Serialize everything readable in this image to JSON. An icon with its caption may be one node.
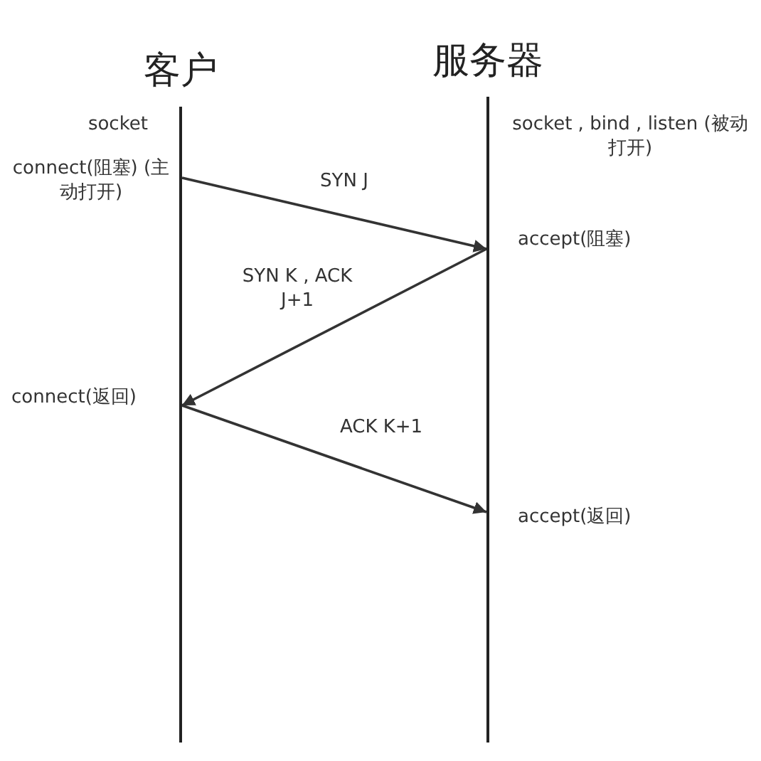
{
  "diagram": {
    "nodes": [
      {
        "text": [
          "客户"
        ],
        "beside": [
          "socket",
          "connect(阻塞) (主动打开)",
          "connect(返回)"
        ]
      },
      {
        "text": [
          "服务器"
        ],
        "beside": [
          "socket , bind , listen (被动打开)",
          "accept(阻塞)",
          "accept(返回)"
        ]
      }
    ],
    "edges": [
      {
        "from": 0,
        "to": 1,
        "arrow": "to",
        "label": "SYN J"
      },
      {
        "from": 1,
        "to": 0,
        "arrow": "to",
        "label": "SYN K , ACK J+1"
      },
      {
        "from": 0,
        "to": 1,
        "arrow": "to",
        "label": "ACK K+1"
      }
    ]
  }
}
